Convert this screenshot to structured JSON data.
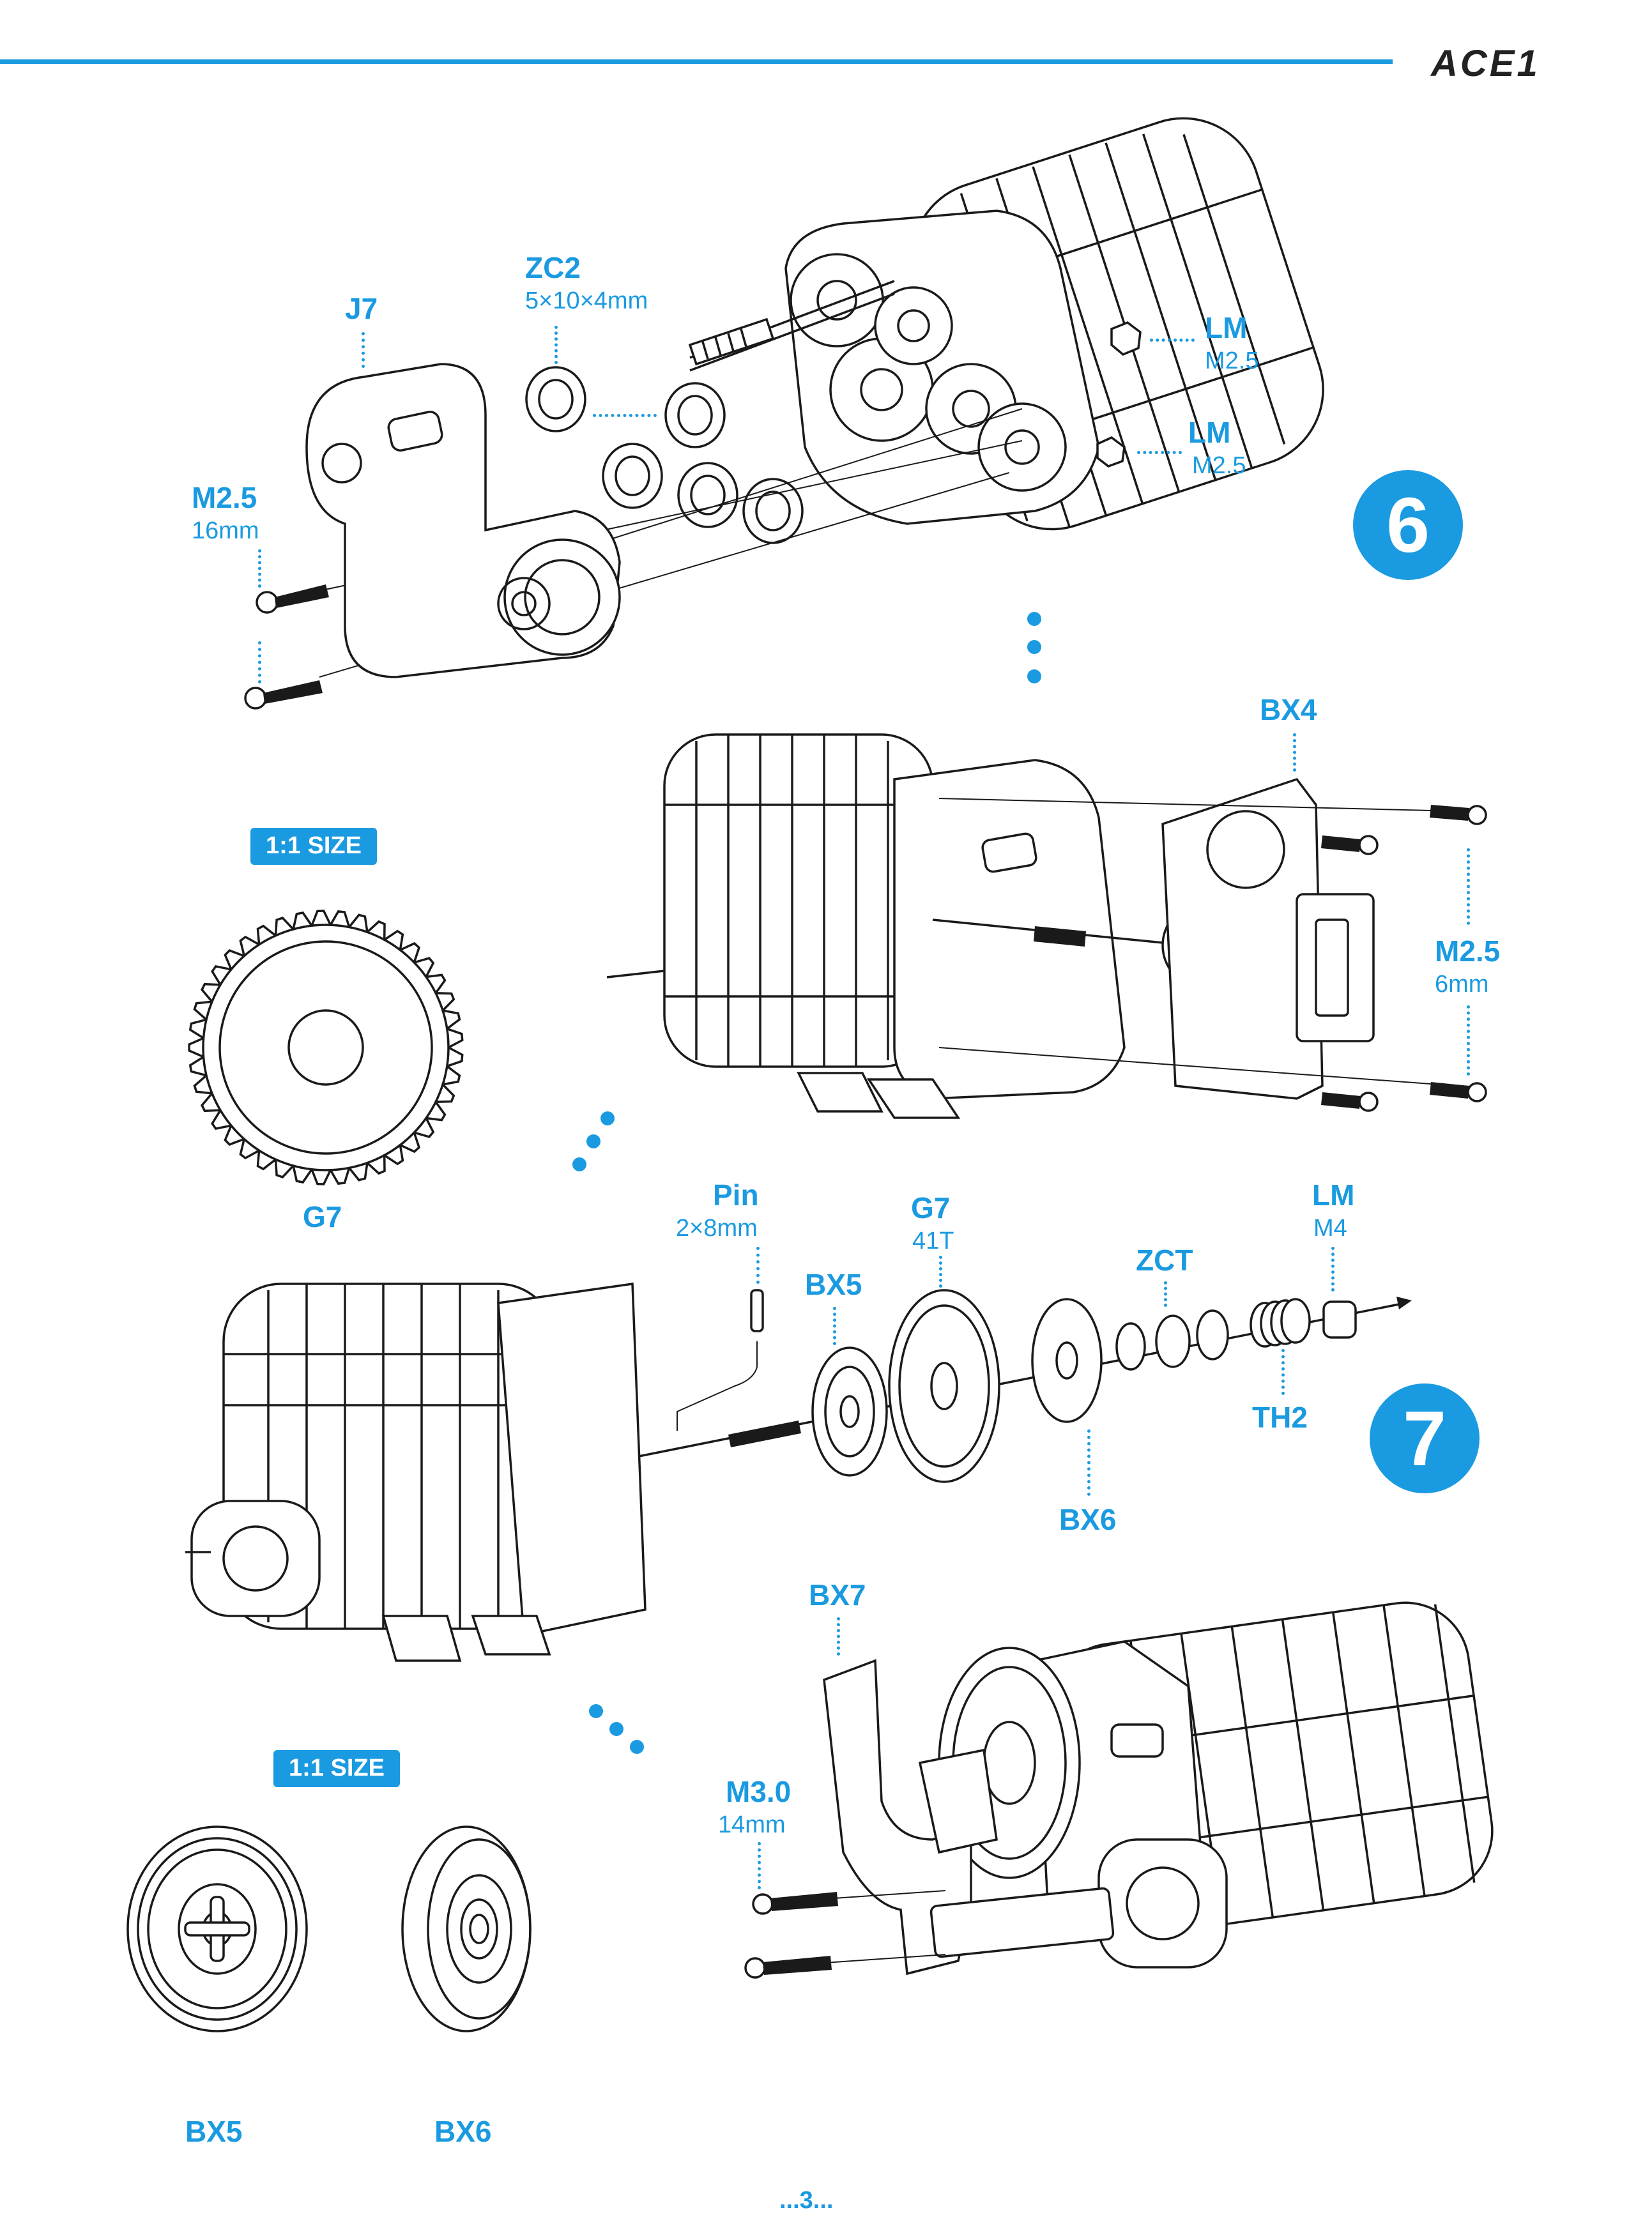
{
  "header": {
    "brand": "ACE1",
    "accent_color": "#1a9ae0"
  },
  "step6": {
    "number": "6",
    "labels": {
      "zc2": "ZC2",
      "zc2_size": "5×10×4mm",
      "j7": "J7",
      "lm_a": "LM",
      "lm_a_size": "M2.5",
      "lm_b": "LM",
      "lm_b_size": "M2.5",
      "m25_16": "M2.5",
      "m25_16_size": "16mm",
      "bx4": "BX4",
      "m25_6": "M2.5",
      "m25_6_size": "6mm"
    },
    "size_badge": "1:1 SIZE",
    "gear_label": "G7"
  },
  "step7": {
    "number": "7",
    "labels": {
      "pin": "Pin",
      "pin_size": "2×8mm",
      "g7": "G7",
      "g7_size": "41T",
      "lm": "LM",
      "lm_size": "M4",
      "bx5": "BX5",
      "zct": "ZCT",
      "th2": "TH2",
      "bx6": "BX6",
      "bx7": "BX7",
      "m30": "M3.0",
      "m30_size": "14mm"
    },
    "size_badge": "1:1 SIZE",
    "part_labels": {
      "bx5": "BX5",
      "bx6": "BX6"
    }
  },
  "footer": {
    "page": "...3..."
  },
  "icons": [
    "gear-icon",
    "screw-icon",
    "bearing-icon",
    "nut-icon",
    "spring-icon",
    "gearbox-icon"
  ]
}
